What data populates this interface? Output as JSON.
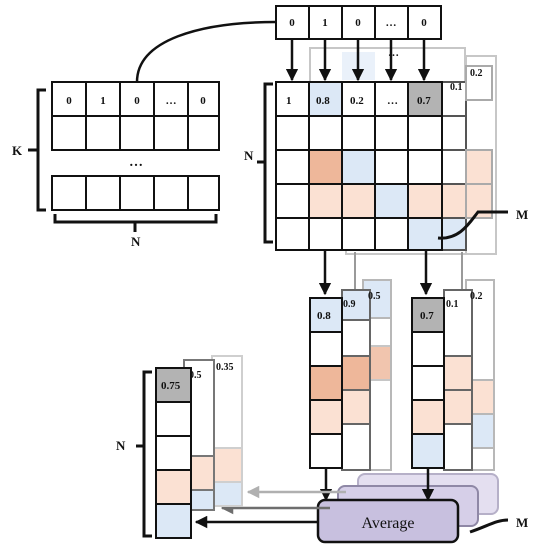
{
  "colors": {
    "blue": "#dce8f6",
    "orange": "#eeb79a",
    "peach": "#fbe1d3",
    "gray": "#b3b3b3",
    "average_fill": "#c8c0df",
    "average_back": "#ddd6ec",
    "line": "#111111"
  },
  "mask_row": [
    "0",
    "1",
    "0",
    "…",
    "0"
  ],
  "memory_matrix": {
    "row1": [
      "0",
      "1",
      "0",
      "…",
      "0"
    ],
    "ellipsis": "…",
    "label_rows": "K",
    "label_cols": "N"
  },
  "score_matrix": {
    "row1": [
      "1",
      "0.8",
      "0.2",
      "…",
      "0.7"
    ],
    "label_rows": "N",
    "label_stack": "M",
    "back_values": [
      "0.1",
      "0.2"
    ],
    "back_ellipsis": "…"
  },
  "col_a": {
    "top": "0.8",
    "back_values": [
      "0.9",
      "0.5"
    ]
  },
  "col_b": {
    "top": "0.7",
    "back_values": [
      "0.1",
      "0.2"
    ]
  },
  "result": {
    "top": "0.75",
    "back_values": [
      "0.5",
      "0.35"
    ],
    "label_rows": "N"
  },
  "average": {
    "label": "Average",
    "stack_label": "M"
  }
}
